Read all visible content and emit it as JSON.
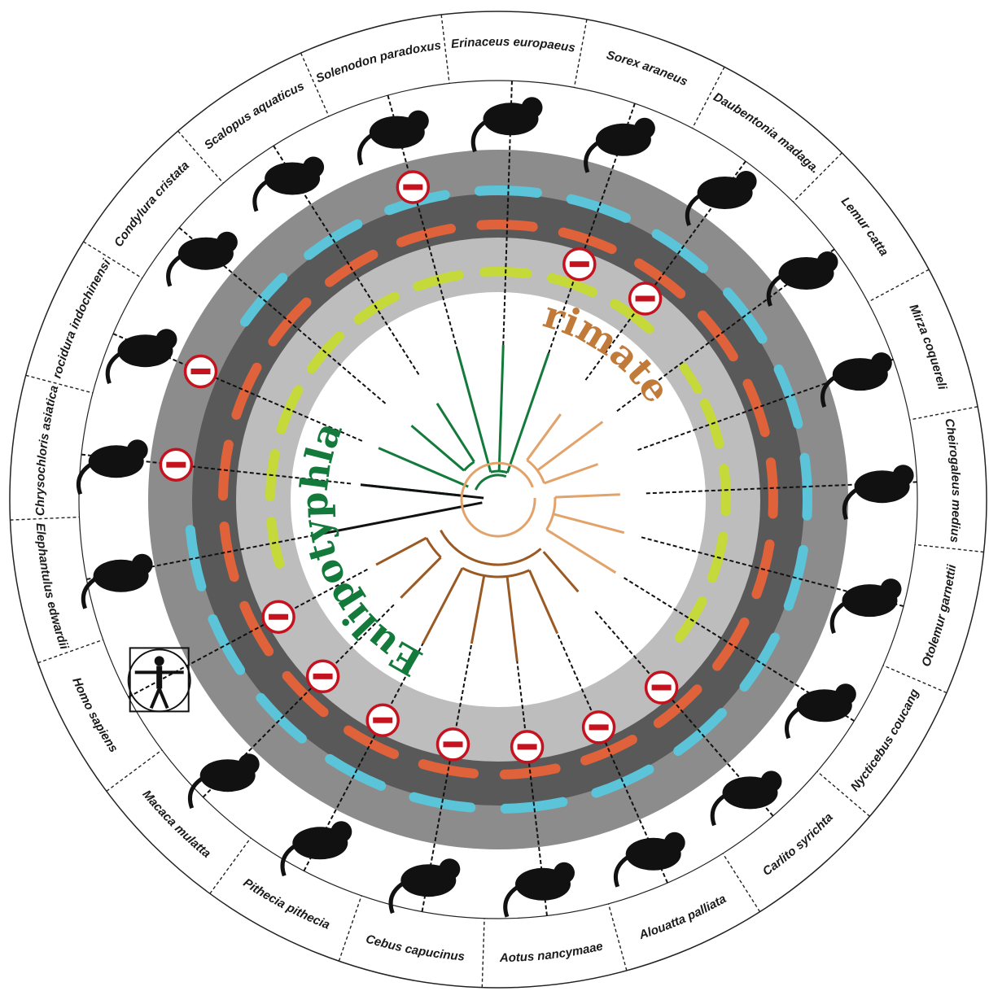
{
  "figure": {
    "clades": [
      {
        "name": "Primates",
        "color": "#c07a3a"
      },
      {
        "name": "Eulipotyphla",
        "color": "#137a3c"
      }
    ],
    "colors": {
      "outer_band": "#8c8c8c",
      "middle_band": "#595959",
      "inner_band": "#bdbdbd",
      "cyan_marks": "#5bc4d8",
      "orange_marks": "#e0623a",
      "lime_marks": "#c6d93a",
      "loss_symbol": "#c4121e",
      "tree_primates_light": "#e2a36a",
      "tree_primates_dark": "#9b5a24",
      "tree_eulipotyphla": "#137a3c",
      "tree_root": "#111111"
    },
    "species": [
      {
        "name": "Cheirogaleus medius",
        "silhouette": "mouse-lemur-icon",
        "cyan": true,
        "orange": true,
        "lime": true,
        "loss": false
      },
      {
        "name": "Otolemur garnettii",
        "silhouette": "galago-icon",
        "cyan": true,
        "orange": true,
        "lime": true,
        "loss": false
      },
      {
        "name": "Nycticebus coucang",
        "silhouette": "slow-loris-icon",
        "cyan": true,
        "orange": true,
        "lime": true,
        "loss": false
      },
      {
        "name": "Carlito syrichta",
        "silhouette": "tarsier-icon",
        "cyan": true,
        "orange": true,
        "lime": false,
        "loss": true
      },
      {
        "name": "Alouatta palliata",
        "silhouette": "howler-monkey-icon",
        "cyan": true,
        "orange": true,
        "lime": false,
        "loss": true
      },
      {
        "name": "Aotus nancymaae",
        "silhouette": "night-monkey-icon",
        "cyan": true,
        "orange": true,
        "lime": false,
        "loss": true
      },
      {
        "name": "Cebus capucinus",
        "silhouette": "capuchin-icon",
        "cyan": true,
        "orange": true,
        "lime": false,
        "loss": true
      },
      {
        "name": "Pithecia pithecia",
        "silhouette": "saki-monkey-icon",
        "cyan": true,
        "orange": true,
        "lime": false,
        "loss": true
      },
      {
        "name": "Macaca mulatta",
        "silhouette": "macaque-icon",
        "cyan": true,
        "orange": true,
        "lime": false,
        "loss": true
      },
      {
        "name": "Homo sapiens",
        "silhouette": "vitruvian-man-icon",
        "cyan": true,
        "orange": true,
        "lime": false,
        "loss": true
      },
      {
        "name": "Elephantulus edwardii",
        "silhouette": "elephant-shrew-icon",
        "cyan": true,
        "orange": true,
        "lime": true,
        "loss": false
      },
      {
        "name": "Chrysochloris asiatica",
        "silhouette": "golden-mole-icon",
        "cyan": false,
        "orange": true,
        "lime": true,
        "loss": true
      },
      {
        "name": "Crocidura indochinensis",
        "silhouette": "white-toothed-shrew-icon",
        "cyan": false,
        "orange": true,
        "lime": true,
        "loss": true
      },
      {
        "name": "Condylura cristata",
        "silhouette": "star-nosed-mole-icon",
        "cyan": true,
        "orange": true,
        "lime": true,
        "loss": false
      },
      {
        "name": "Scalopus aquaticus",
        "silhouette": "eastern-mole-icon",
        "cyan": true,
        "orange": true,
        "lime": true,
        "loss": false
      },
      {
        "name": "Solenodon paradoxus",
        "silhouette": "solenodon-icon",
        "cyan": true,
        "orange": true,
        "lime": true,
        "loss": true
      },
      {
        "name": "Erinaceus europaeus",
        "silhouette": "hedgehog-icon",
        "cyan": true,
        "orange": true,
        "lime": true,
        "loss": false
      },
      {
        "name": "Sorex araneus",
        "silhouette": "common-shrew-icon",
        "cyan": true,
        "orange": true,
        "lime": true,
        "loss": true
      },
      {
        "name": "Daubentonia madaga.",
        "silhouette": "aye-aye-icon",
        "cyan": true,
        "orange": true,
        "lime": true,
        "loss": true
      },
      {
        "name": "Lemur catta",
        "silhouette": "ring-tailed-lemur-icon",
        "cyan": true,
        "orange": true,
        "lime": "partial",
        "loss": false
      },
      {
        "name": "Mirza coquereli",
        "silhouette": "giant-mouse-lemur-icon",
        "cyan": true,
        "orange": true,
        "lime": true,
        "loss": false
      }
    ]
  }
}
